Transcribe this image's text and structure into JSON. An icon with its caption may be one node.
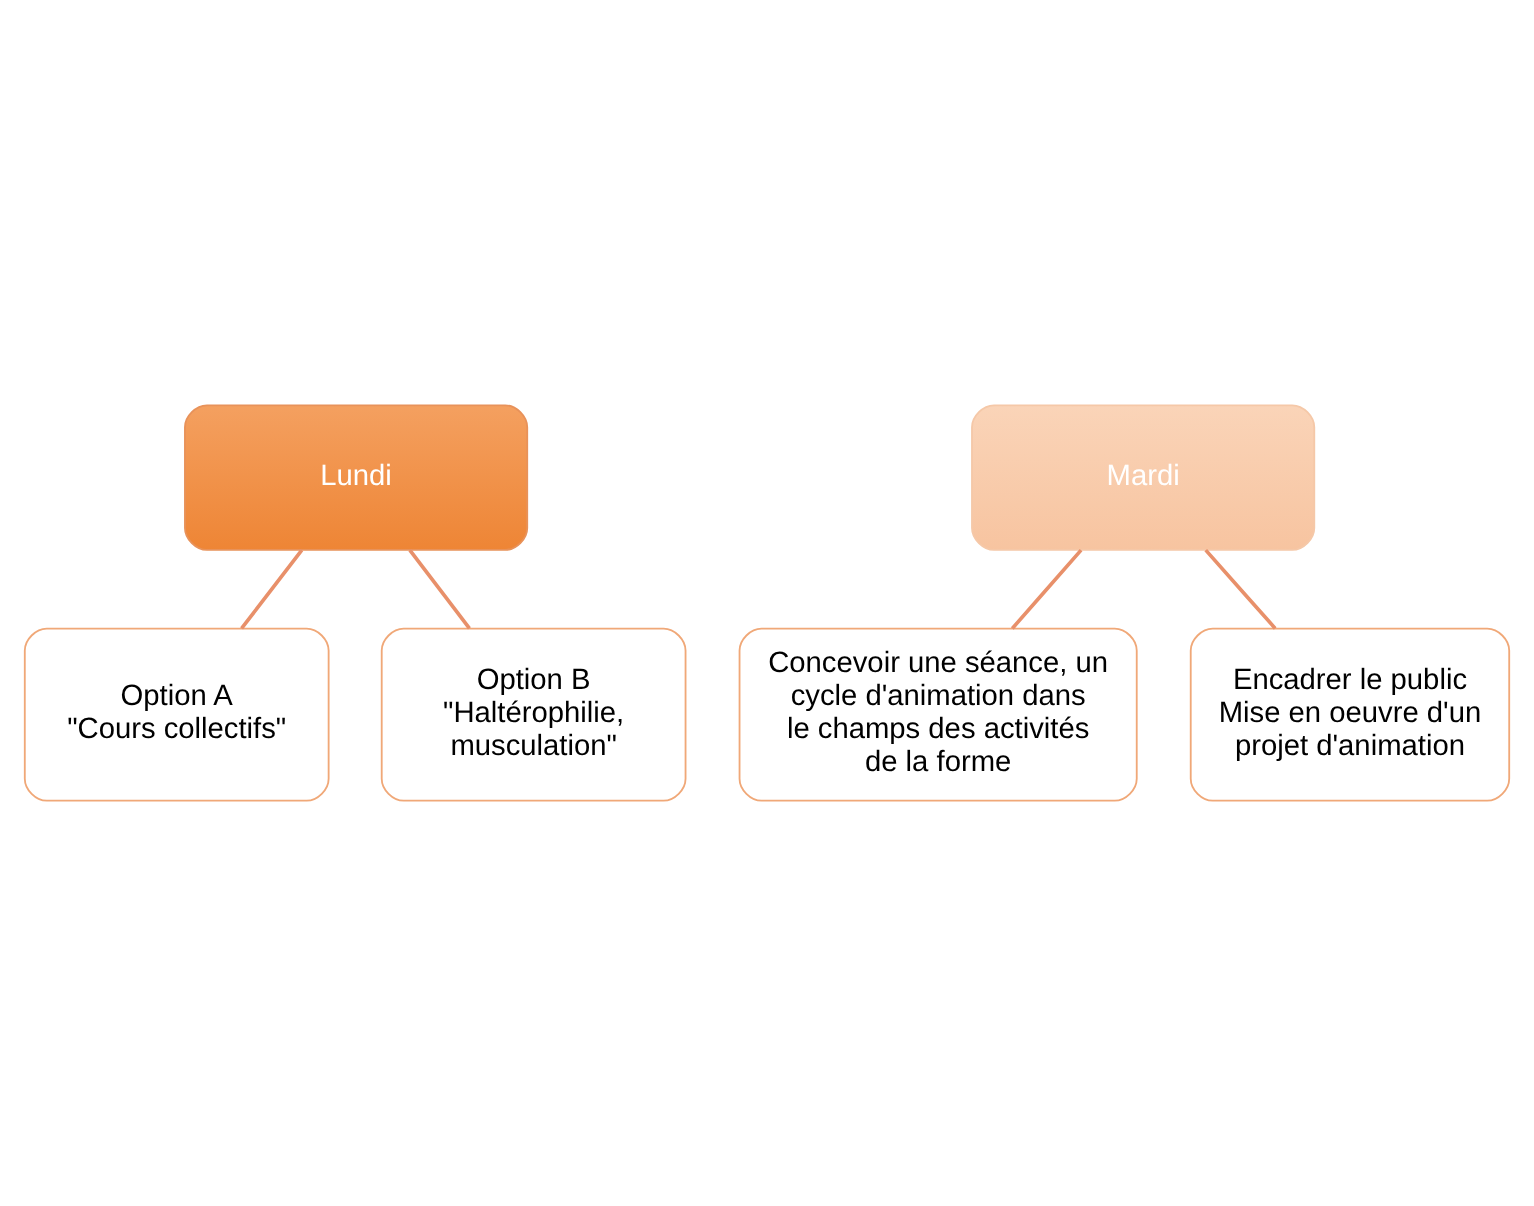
{
  "diagram": {
    "nodes": [
      {
        "text": [
          "Lundi"
        ]
      },
      {
        "text": [
          "Option A",
          "\"Cours collectifs\""
        ]
      },
      {
        "text": [
          "Option B",
          "\"Haltérophilie, musculation\""
        ]
      },
      {
        "text": [
          "Mardi"
        ]
      },
      {
        "text": [
          "Concevoir une séance, un cycle d'animation dans le champs des activités de la forme"
        ]
      },
      {
        "text": [
          "Encadrer le public",
          "Mise en oeuvre d'un projet d'animation"
        ]
      }
    ],
    "edges": [
      {
        "from": 0,
        "to": 1,
        "arrow": "none"
      },
      {
        "from": 0,
        "to": 2,
        "arrow": "none"
      },
      {
        "from": 3,
        "to": 4,
        "arrow": "none"
      },
      {
        "from": 3,
        "to": 5,
        "arrow": "none"
      }
    ]
  }
}
